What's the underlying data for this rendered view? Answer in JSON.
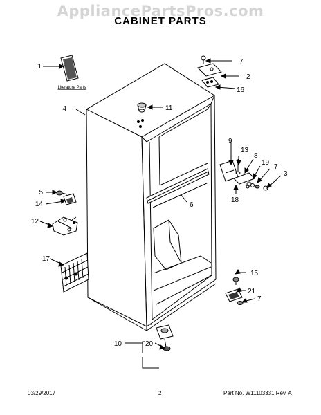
{
  "watermark": "AppliancePartsPros.com",
  "title": "CABINET PARTS",
  "literature_label": "Literature Parts",
  "callouts": {
    "p1": "1",
    "p2": "2",
    "p3": "3",
    "p4": "4",
    "p5": "5",
    "p6": "6",
    "p7a": "7",
    "p7b": "7",
    "p7c": "7",
    "p8": "8",
    "p9": "9",
    "p10": "10",
    "p11": "11",
    "p12": "12",
    "p13": "13",
    "p14": "14",
    "p15": "15",
    "p16": "16",
    "p17": "17",
    "p18": "18",
    "p19": "19",
    "p20": "20",
    "p21": "21"
  },
  "footer": {
    "date": "03/29/2017",
    "page": "2",
    "part_no": "Part No.  W11103331  Rev.  A"
  }
}
